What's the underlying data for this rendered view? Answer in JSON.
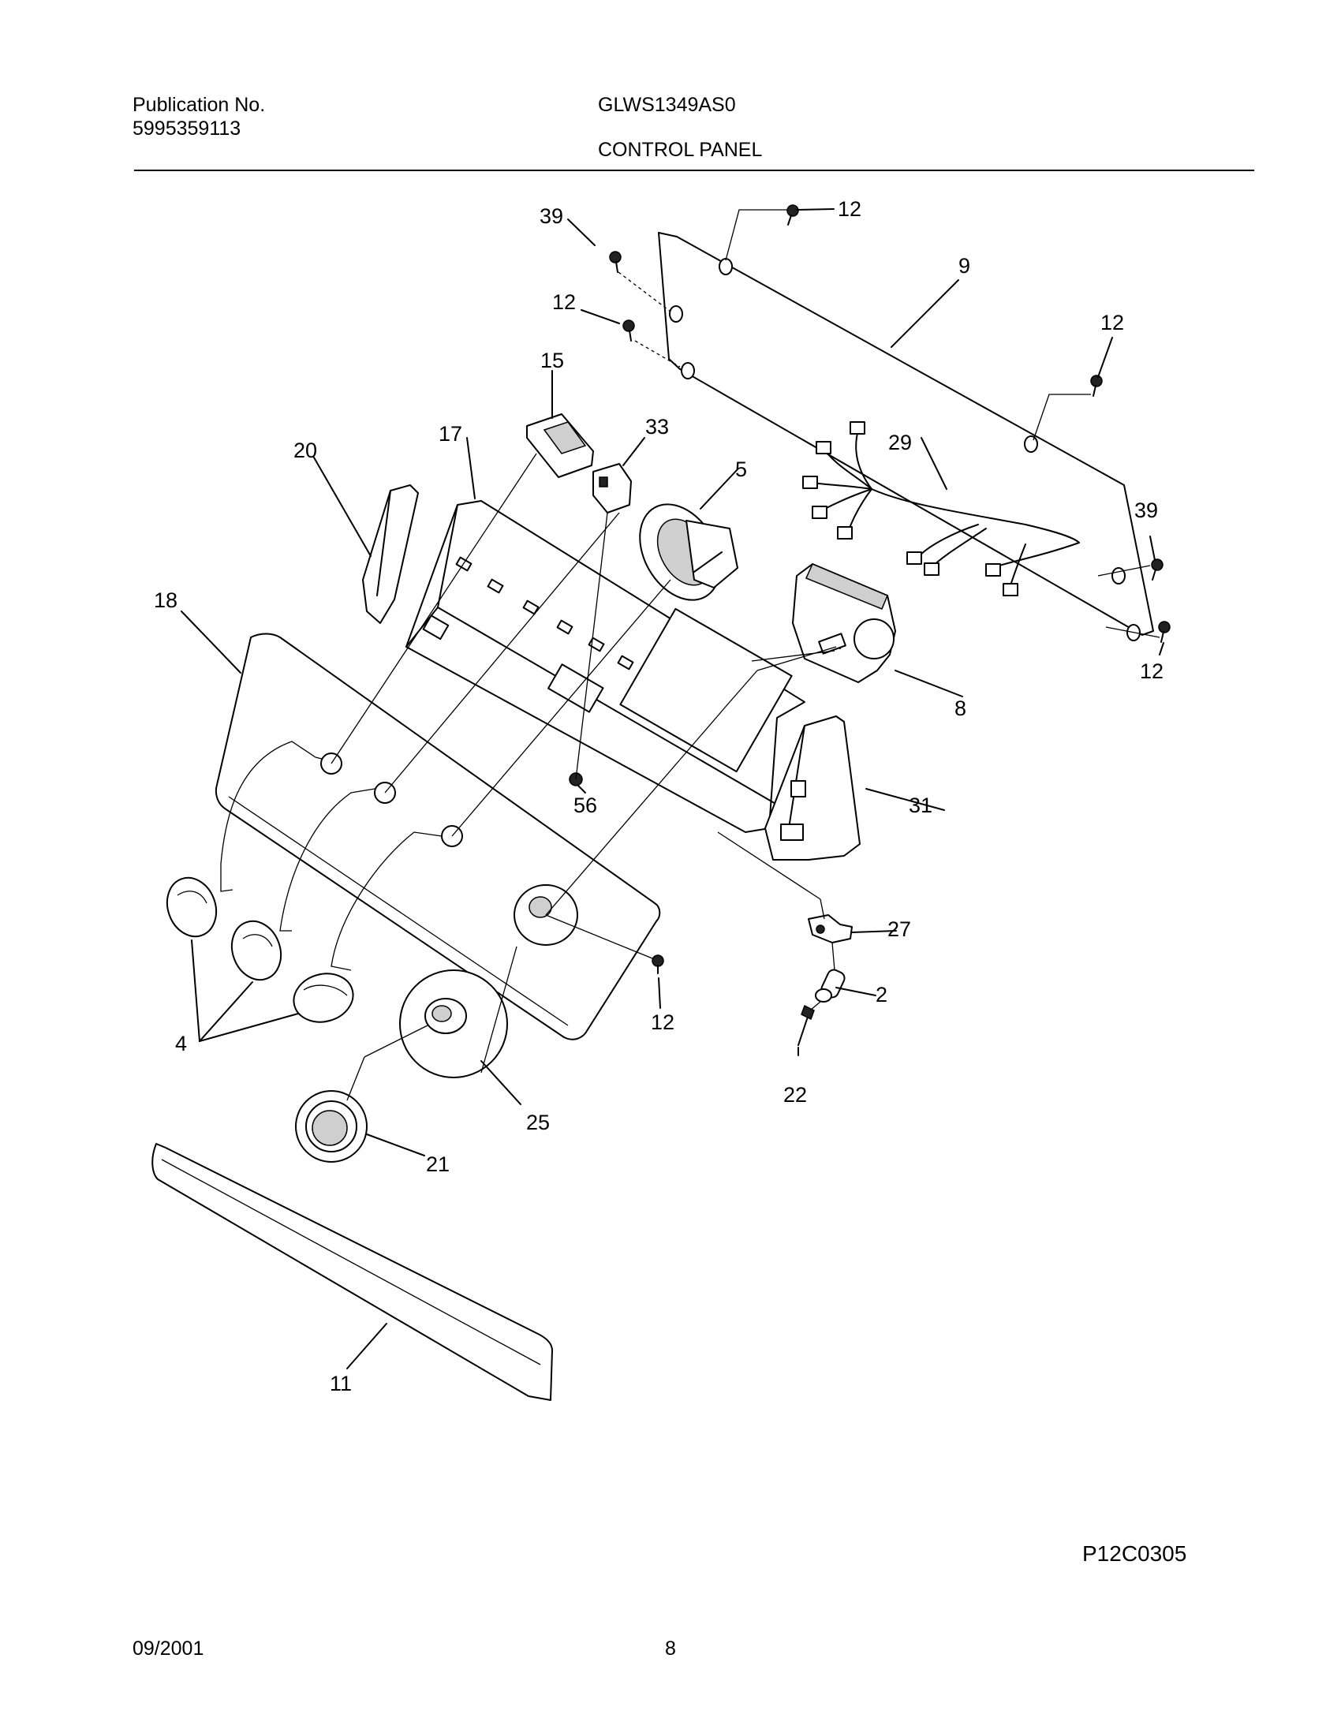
{
  "header": {
    "publication_label": "Publication No.",
    "publication_number": "5995359113",
    "model": "GLWS1349AS0",
    "section_title": "CONTROL PANEL"
  },
  "diagram": {
    "figure_code": "P12C0305",
    "callouts": {
      "c2": "2",
      "c4": "4",
      "c5": "5",
      "c8": "8",
      "c9": "9",
      "c11": "11",
      "c12a": "12",
      "c12b": "12",
      "c12c": "12",
      "c12d": "12",
      "c12e": "12",
      "c15": "15",
      "c17": "17",
      "c18": "18",
      "c20": "20",
      "c21": "21",
      "c22": "22",
      "c25": "25",
      "c27": "27",
      "c29": "29",
      "c31": "31",
      "c33": "33",
      "c39a": "39",
      "c39b": "39",
      "c56": "56"
    }
  },
  "footer": {
    "date": "09/2001",
    "page": "8"
  }
}
